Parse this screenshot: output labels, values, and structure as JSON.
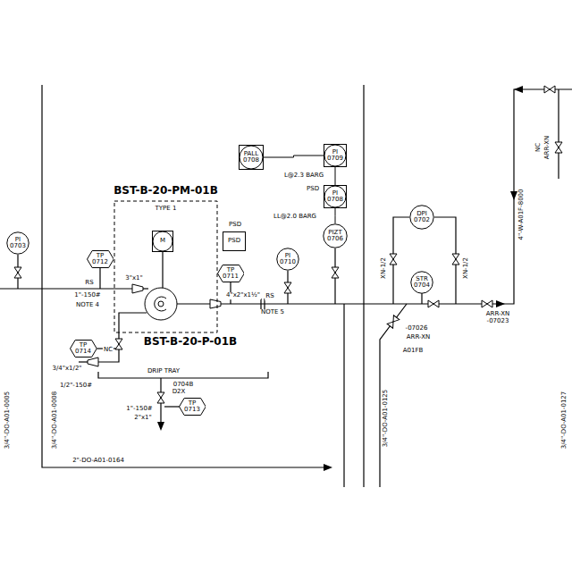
{
  "diagram": {
    "nodes": [
      {
        "text": [
          "PI",
          "0703"
        ]
      },
      {
        "text": [
          "TP",
          "0712"
        ]
      },
      {
        "text": [
          "BST-B-20-PM-01B",
          "TYPE 1"
        ]
      },
      {
        "text": [
          "M"
        ],
        "in": 2
      },
      {
        "text": [
          "PSD"
        ]
      },
      {
        "text": [
          "TP",
          "0711"
        ]
      },
      {
        "text": [
          "PI",
          "0710"
        ]
      },
      {
        "text": [
          "PALL",
          "0708"
        ]
      },
      {
        "text": [
          "PI",
          "0709"
        ]
      },
      {
        "text": [
          "PI",
          "0708"
        ]
      },
      {
        "text": [
          "PIZT",
          "0706"
        ]
      },
      {
        "text": [
          "DPI",
          "0702"
        ]
      },
      {
        "text": [
          "STR",
          "0704"
        ]
      },
      {
        "text": [
          "TP",
          "0714"
        ]
      },
      {
        "text": [
          "TP",
          "0713"
        ]
      }
    ],
    "edges": [
      {
        "from": 7,
        "to": 8,
        "arrow": "none"
      },
      {
        "from": 8,
        "to": 9,
        "arrow": "none"
      },
      {
        "from": 9,
        "to": 10,
        "arrow": "none"
      }
    ],
    "labels": [
      "BST-B-20-P-01B",
      "L@2.3 BARG",
      "PSD",
      "LL@2.0 BARG",
      "PSD",
      "RS",
      "3\"x1\"",
      "1\"-150#",
      "NOTE 4",
      "RS",
      "4\"x2\"x1½\"",
      "NOTE 5",
      "DRIP TRAY",
      "0704B",
      "D2X",
      "1\"-150#",
      "2\"x1\"",
      "3/4\"x1/2\"",
      "1/2\"-150#",
      "NC",
      "3/4\"-DO-A01-0008",
      "3/4\"-DO-A01-0005",
      "2\"-DO-A01-0164",
      "3/4\"-DO-A01-0125",
      "3/4\"-DO-A01-0127",
      "4\"-W-A01F-8000",
      "ARR-XN",
      "-07023",
      "-07026",
      "ARR-XN",
      "A01FB",
      "NC",
      "ARR-XN",
      "XN-1/2",
      "XN-1/2"
    ]
  }
}
